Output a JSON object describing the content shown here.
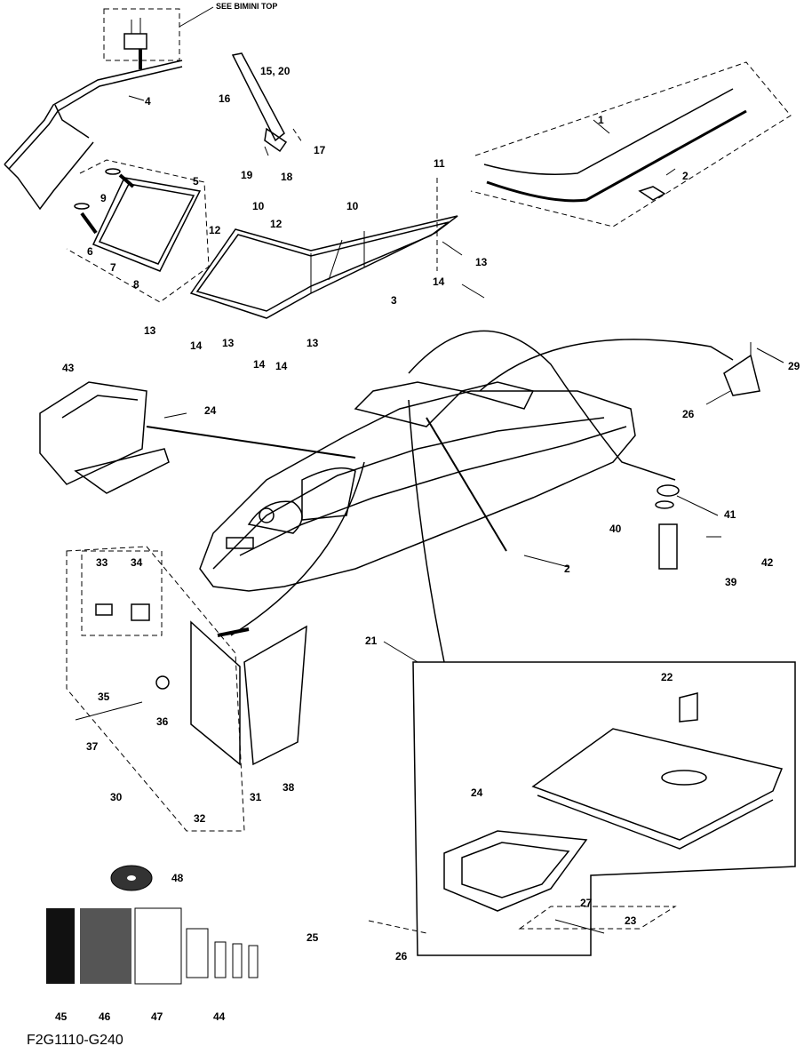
{
  "diagram": {
    "bimini_note": "SEE BIMINI TOP",
    "drawing_code": "F2G1110-G240",
    "callouts": [
      {
        "id": "c1",
        "text": "1"
      },
      {
        "id": "c2a",
        "text": "2"
      },
      {
        "id": "c2b",
        "text": "2"
      },
      {
        "id": "c3",
        "text": "3"
      },
      {
        "id": "c4",
        "text": "4"
      },
      {
        "id": "c5",
        "text": "5"
      },
      {
        "id": "c6",
        "text": "6"
      },
      {
        "id": "c7",
        "text": "7"
      },
      {
        "id": "c8",
        "text": "8"
      },
      {
        "id": "c9",
        "text": "9"
      },
      {
        "id": "c10a",
        "text": "10"
      },
      {
        "id": "c10b",
        "text": "10"
      },
      {
        "id": "c11",
        "text": "11"
      },
      {
        "id": "c12a",
        "text": "12"
      },
      {
        "id": "c12b",
        "text": "12"
      },
      {
        "id": "c13a",
        "text": "13"
      },
      {
        "id": "c13b",
        "text": "13"
      },
      {
        "id": "c13c",
        "text": "13"
      },
      {
        "id": "c13d",
        "text": "13"
      },
      {
        "id": "c14a",
        "text": "14"
      },
      {
        "id": "c14b",
        "text": "14"
      },
      {
        "id": "c14c",
        "text": "14"
      },
      {
        "id": "c14d",
        "text": "14"
      },
      {
        "id": "c1520",
        "text": "15, 20"
      },
      {
        "id": "c16",
        "text": "16"
      },
      {
        "id": "c17",
        "text": "17"
      },
      {
        "id": "c18",
        "text": "18"
      },
      {
        "id": "c19",
        "text": "19"
      },
      {
        "id": "c21",
        "text": "21"
      },
      {
        "id": "c22",
        "text": "22"
      },
      {
        "id": "c23",
        "text": "23"
      },
      {
        "id": "c24a",
        "text": "24"
      },
      {
        "id": "c24b",
        "text": "24"
      },
      {
        "id": "c25",
        "text": "25"
      },
      {
        "id": "c26a",
        "text": "26"
      },
      {
        "id": "c26b",
        "text": "26"
      },
      {
        "id": "c27",
        "text": "27"
      },
      {
        "id": "c29",
        "text": "29"
      },
      {
        "id": "c30",
        "text": "30"
      },
      {
        "id": "c31",
        "text": "31"
      },
      {
        "id": "c32",
        "text": "32"
      },
      {
        "id": "c33",
        "text": "33"
      },
      {
        "id": "c34",
        "text": "34"
      },
      {
        "id": "c35",
        "text": "35"
      },
      {
        "id": "c36",
        "text": "36"
      },
      {
        "id": "c37",
        "text": "37"
      },
      {
        "id": "c38",
        "text": "38"
      },
      {
        "id": "c39",
        "text": "39"
      },
      {
        "id": "c40",
        "text": "40"
      },
      {
        "id": "c41",
        "text": "41"
      },
      {
        "id": "c42",
        "text": "42"
      },
      {
        "id": "c43",
        "text": "43"
      },
      {
        "id": "c44",
        "text": "44"
      },
      {
        "id": "c45",
        "text": "45"
      },
      {
        "id": "c46",
        "text": "46"
      },
      {
        "id": "c47",
        "text": "47"
      },
      {
        "id": "c48",
        "text": "48"
      }
    ]
  }
}
